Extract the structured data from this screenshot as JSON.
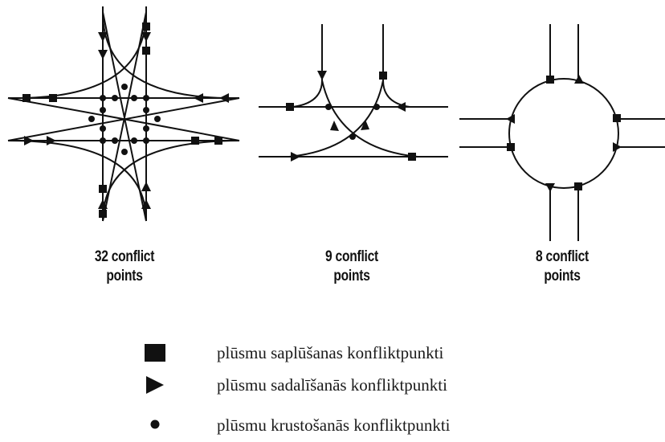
{
  "diagrams": [
    {
      "count_line": "32 conflict",
      "word_line": "points"
    },
    {
      "count_line": "9 conflict",
      "word_line": "points"
    },
    {
      "count_line": "8 conflict",
      "word_line": "points"
    }
  ],
  "legend": [
    {
      "symbol": "merging-square",
      "label": "plūsmu saplūšanas konfliktpunkti"
    },
    {
      "symbol": "diverging-triangle",
      "label": "plūsmu sadalīšanās konfliktpunkti"
    },
    {
      "symbol": "crossing-dot",
      "label": "plūsmu krustošanās konfliktpunkti"
    }
  ],
  "colors": {
    "ink": "#111111",
    "background": "#ffffff"
  }
}
